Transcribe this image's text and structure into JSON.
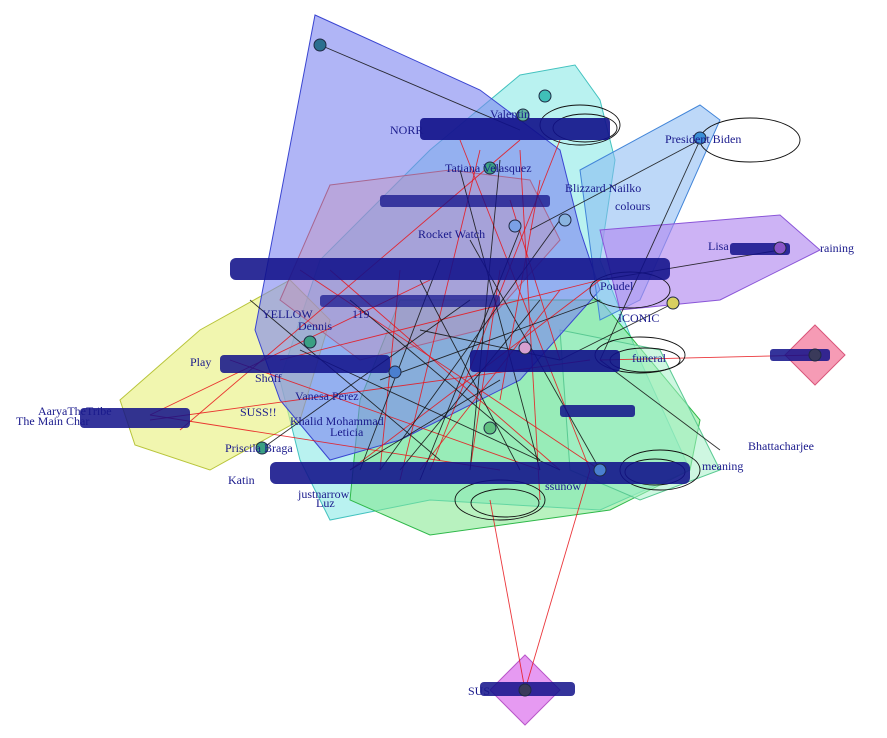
{
  "graph": {
    "node_labels": [
      {
        "text": "Valentin"
      },
      {
        "text": "NORR"
      },
      {
        "text": "President Biden"
      },
      {
        "text": "Tatiana Velasquez"
      },
      {
        "text": "Blizzard Nailko"
      },
      {
        "text": "colours"
      },
      {
        "text": "Rocket Watch"
      },
      {
        "text": "Lisa"
      },
      {
        "text": "raining"
      },
      {
        "text": "Poudel"
      },
      {
        "text": "ICONIC"
      },
      {
        "text": "YELLOW"
      },
      {
        "text": "Dennis"
      },
      {
        "text": "119"
      },
      {
        "text": "Play"
      },
      {
        "text": "Shoff"
      },
      {
        "text": "Vanesa Perez"
      },
      {
        "text": "AaryaTheTribe"
      },
      {
        "text": "The Main Char"
      },
      {
        "text": "SUSS!!"
      },
      {
        "text": "Khalid Mohammad"
      },
      {
        "text": "Leticia"
      },
      {
        "text": "Priscila Braga"
      },
      {
        "text": "Katin"
      },
      {
        "text": "justnarrow"
      },
      {
        "text": "Luz"
      },
      {
        "text": "ssunow"
      },
      {
        "text": "meaning"
      },
      {
        "text": "Bhattacharjee"
      },
      {
        "text": "funeral"
      },
      {
        "text": "SUS"
      }
    ]
  }
}
